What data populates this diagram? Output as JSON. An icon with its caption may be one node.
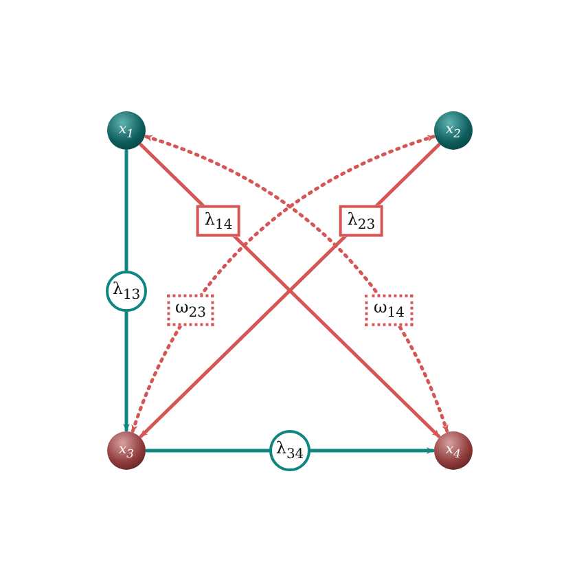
{
  "diagram": {
    "nodes": [
      {
        "text": [
          "x$_{1}$"
        ]
      },
      {
        "text": [
          "x$_{2}$"
        ]
      },
      {
        "text": [
          "x$_{3}$"
        ]
      },
      {
        "text": [
          "x$_{4}$"
        ]
      }
    ],
    "edges": [
      {
        "from": 0,
        "to": 2,
        "arrow": "to",
        "label": "λ$_{13}$",
        "color": "#0f8682"
      },
      {
        "from": 0,
        "to": 3,
        "arrow": "to",
        "label": "λ$_{14}$"
      },
      {
        "from": 1,
        "to": 2,
        "arrow": "to",
        "label": "λ$_{23}$"
      },
      {
        "from": 2,
        "to": 3,
        "arrow": "to",
        "label": "λ$_{34}$",
        "color": "#0f8682"
      },
      {
        "from": 2,
        "to": 1,
        "arrow": "both",
        "label": "ω$_{23}$",
        "style": "dashed"
      },
      {
        "from": 0,
        "to": 3,
        "arrow": "both",
        "label": "ω$_{14}$",
        "style": "dashed"
      }
    ]
  }
}
